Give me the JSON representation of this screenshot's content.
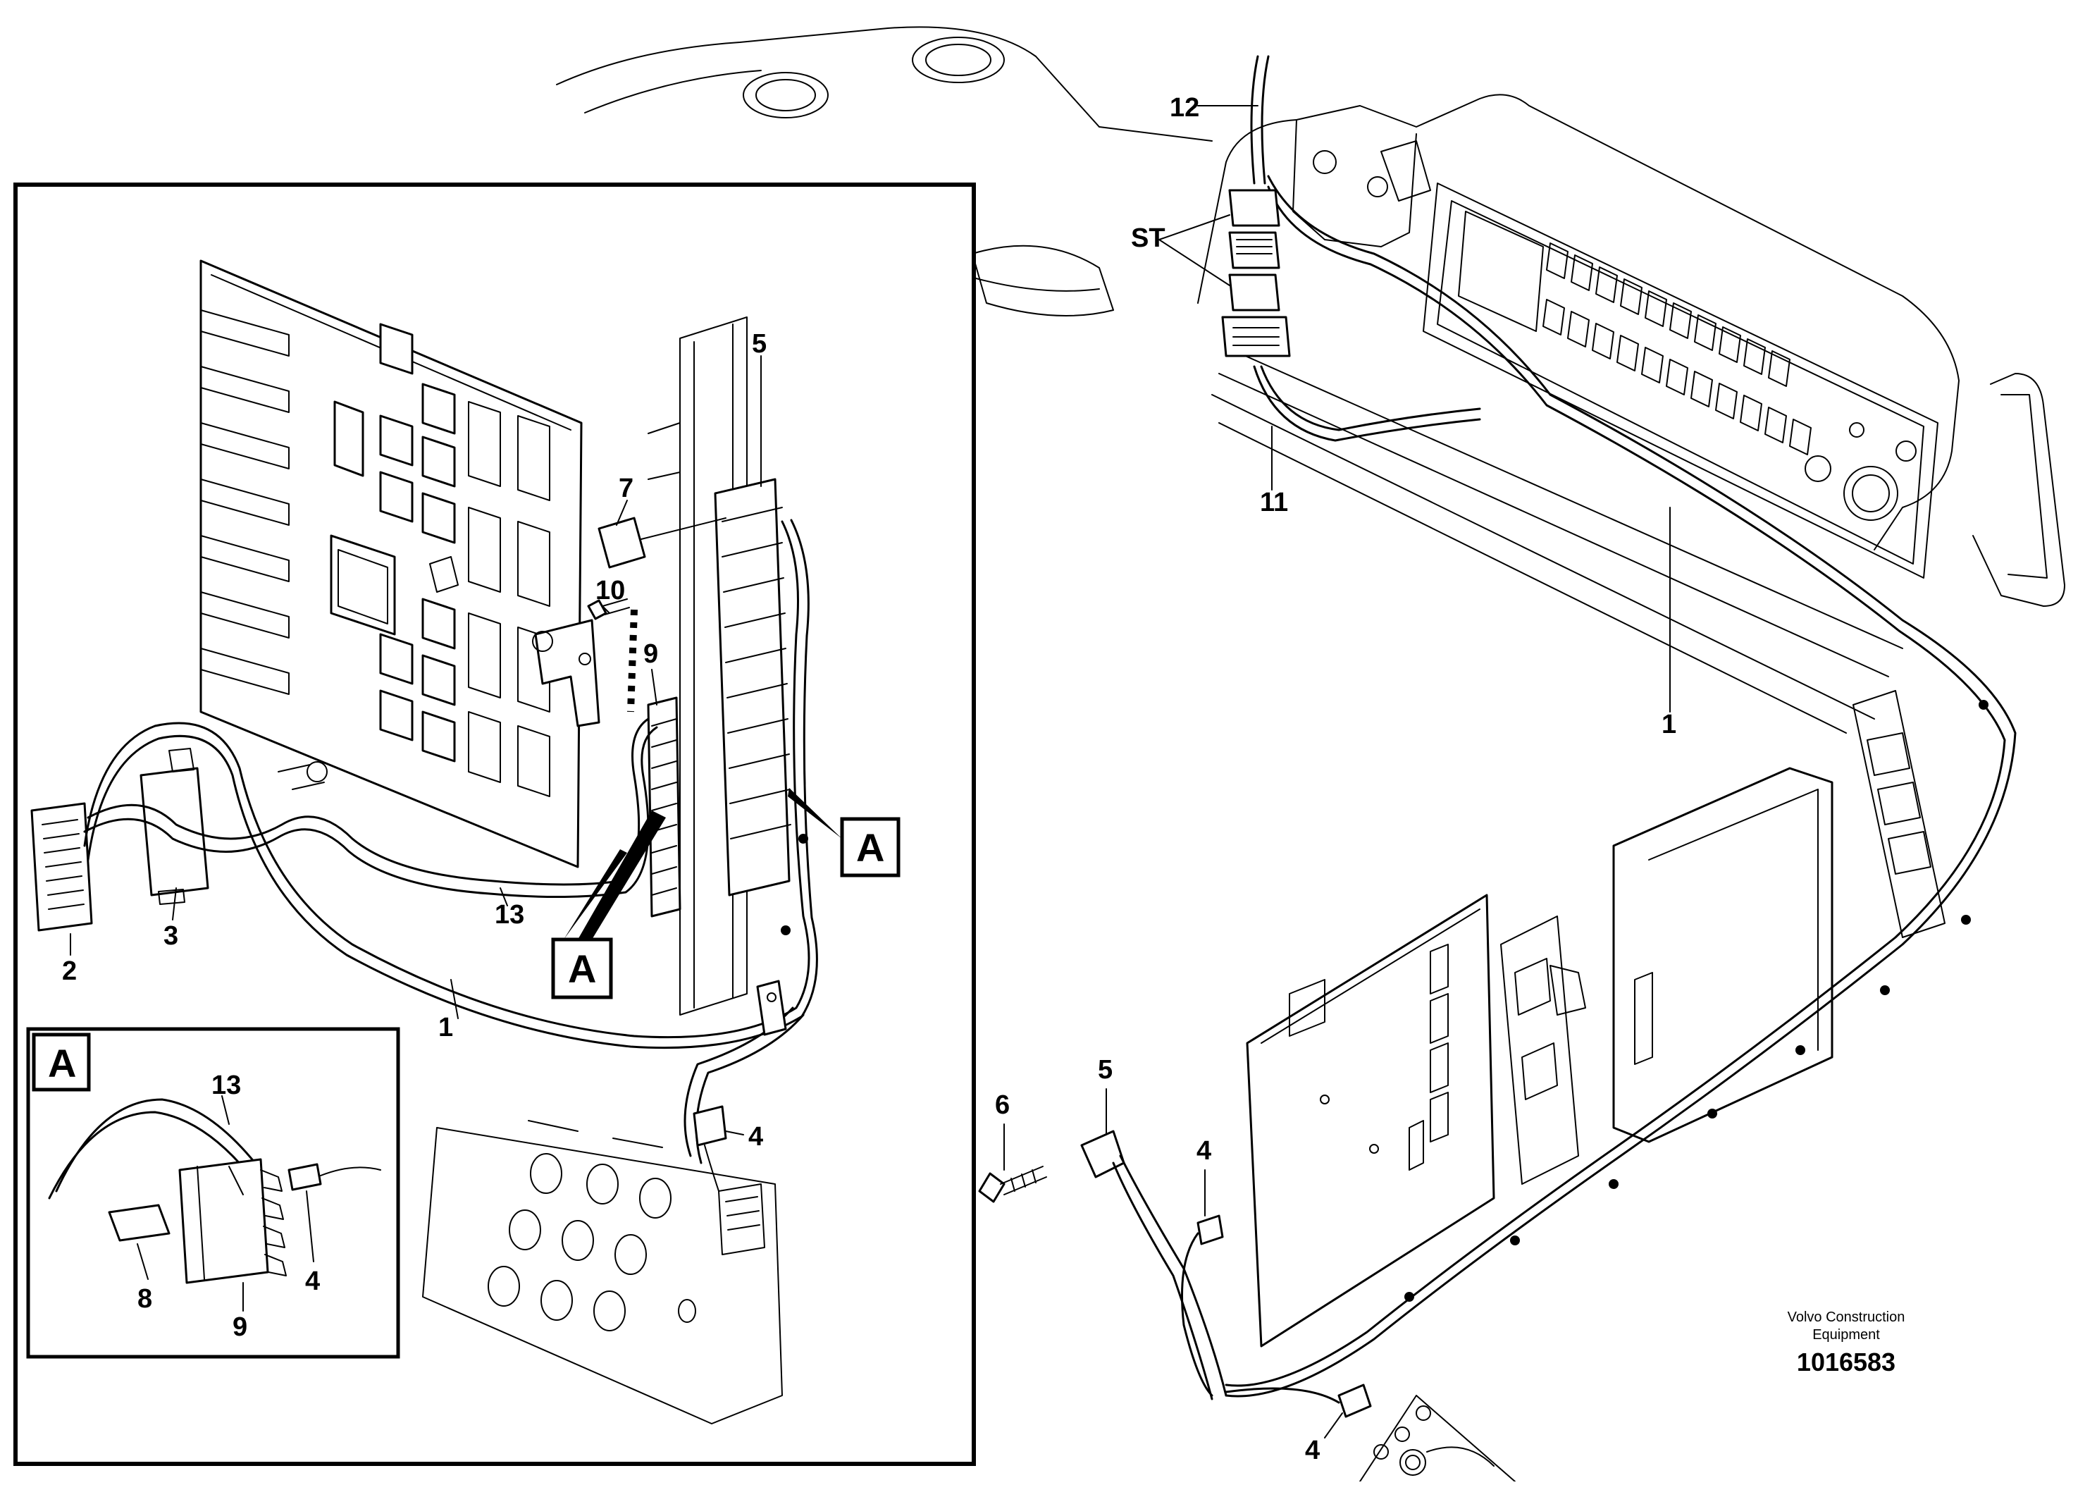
{
  "diagram": {
    "labels": {
      "l1a": "1",
      "l1b": "1",
      "l2": "2",
      "l3": "3",
      "l4a": "4",
      "l4b": "4",
      "l4c": "4",
      "l4d": "4",
      "l5a": "5",
      "l5b": "5",
      "l6": "6",
      "l7": "7",
      "l8": "8",
      "l9a": "9",
      "l9b": "9",
      "l10": "10",
      "l11": "11",
      "l12": "12",
      "l13a": "13",
      "l13b": "13",
      "st": "ST"
    },
    "detail_marker": "A",
    "brand_line1": "Volvo Construction",
    "brand_line2": "Equipment",
    "figure_number": "1016583"
  }
}
